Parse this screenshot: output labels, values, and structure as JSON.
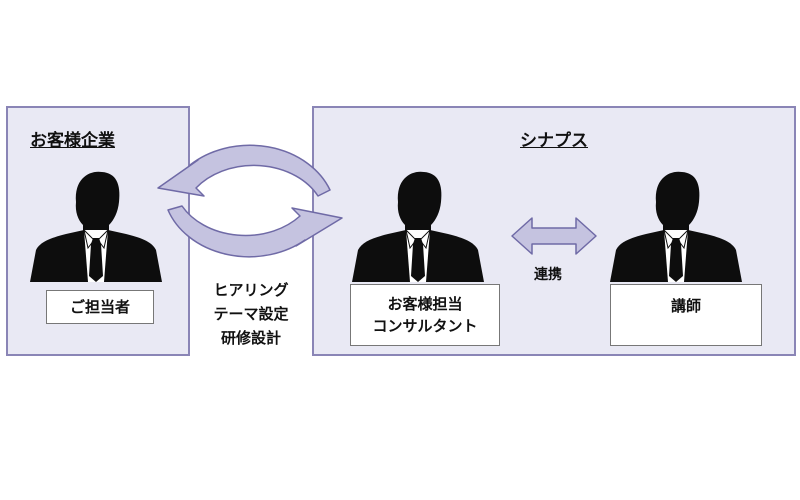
{
  "client": {
    "title": "お客様企業",
    "person_label": "ご担当者"
  },
  "synapse": {
    "title": "シナプス",
    "consultant_label": "お客様担当\nコンサルタント",
    "instructor_label": "講師",
    "link_label": "連携"
  },
  "cycle_text": "ヒアリング\nテーマ設定\n研修設計",
  "colors": {
    "panel_fill": "#e9e9f4",
    "panel_border": "#8a85b6",
    "arrow_fill": "#c5c3e0",
    "arrow_stroke": "#6f6aa6",
    "silhouette": "#0d0d0d"
  }
}
